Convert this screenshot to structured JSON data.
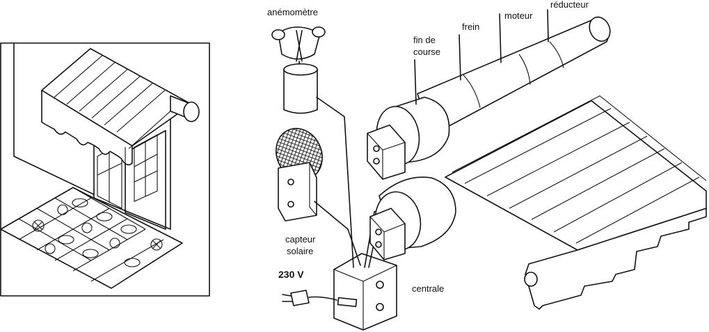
{
  "labels": {
    "anemometre": "anémomètre",
    "fin_de_course_1": "fin de",
    "fin_de_course_2": "course",
    "frein": "frein",
    "moteur": "moteur",
    "reducteur": "réducteur",
    "capteur_1": "capteur",
    "capteur_2": "solaire",
    "voltage": "230 V",
    "centrale": "centrale"
  }
}
